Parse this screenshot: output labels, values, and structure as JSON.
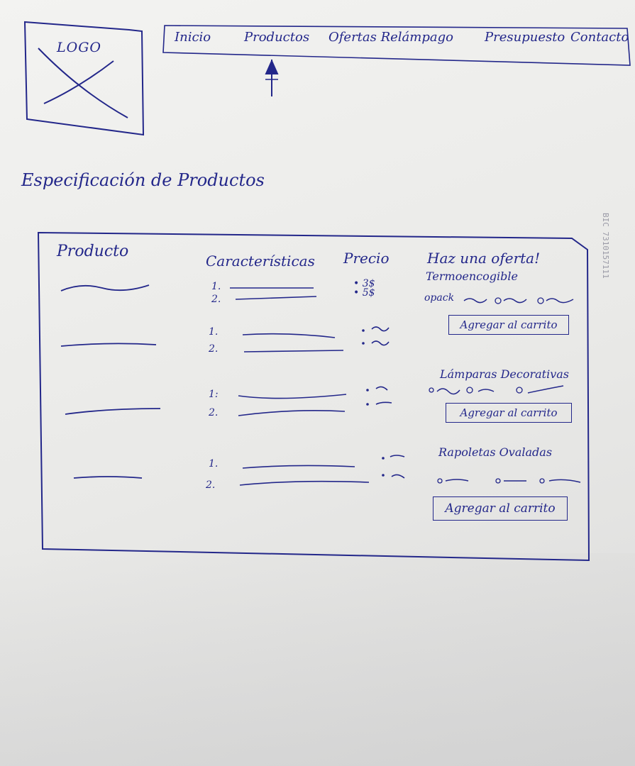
{
  "logo": {
    "label": "LOGO"
  },
  "nav": {
    "items": [
      "Inicio",
      "Productos",
      "Ofertas Relámpago",
      "Presupuesto",
      "Contacto"
    ]
  },
  "section": {
    "title": "Especificación de Productos"
  },
  "table": {
    "headers": {
      "product": "Producto",
      "features": "Características",
      "price": "Precio",
      "offer": "Haz una oferta!"
    },
    "rows": [
      {
        "num1": "1.",
        "num2": "2.",
        "price1": "3$",
        "price2": "5$"
      },
      {
        "num1": "1.",
        "num2": "2.",
        "price1": "",
        "price2": ""
      },
      {
        "num1": "1:",
        "num2": "2.",
        "price1": "",
        "price2": ""
      },
      {
        "num1": "1.",
        "num2": "2.",
        "price1": "",
        "price2": ""
      }
    ]
  },
  "offers": [
    {
      "name": "Termoencogible",
      "sub": "opack",
      "button": "Agregar al carrito"
    },
    {
      "name": "Lámparas Decorativas",
      "sub": "",
      "button": "Agregar al carrito"
    },
    {
      "name": "Rapoletas Ovaladas",
      "sub": "",
      "button": "Agregar al carrito"
    }
  ],
  "stamp": {
    "text": "BIC 7310157111"
  },
  "colors": {
    "ink": "#23278a",
    "paper": "#f3f3f1"
  }
}
